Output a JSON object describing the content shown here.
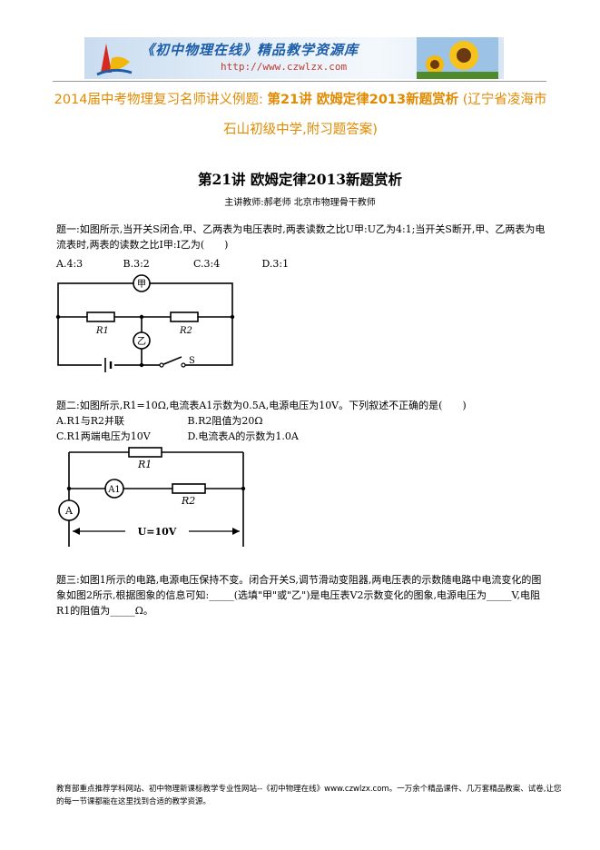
{
  "banner": {
    "title": "《初中物理在线》精品教学资源库",
    "url": "http://www.czwlzx.com"
  },
  "doc_title": {
    "prefix": "2014届中考物理复习名师讲义例题:",
    "bold": "第21讲 欧姆定律2013新题赏析",
    "suffix": "(辽宁省凌海市石山初级中学,附习题答案)"
  },
  "lecture": {
    "title": "第21讲 欧姆定律2013新题赏析",
    "speaker": "主讲教师:郝老师 北京市物理骨干教师"
  },
  "q1": {
    "text": "题一:如图所示,当开关S闭合,甲、乙两表为电压表时,两表读数之比U甲:U乙为4:1;当开关S断开,甲、乙两表为电流表时,两表的读数之比I甲:I乙为(　　)",
    "options": [
      "A.4:3",
      "B.3:2",
      "C.3:4",
      "D.3:1"
    ],
    "fig": {
      "meter_top": "甲",
      "meter_mid": "乙",
      "r1": "R1",
      "r2": "R2",
      "switch": "S"
    }
  },
  "q2": {
    "text": "题二:如图所示,R1=10Ω,电流表A1示数为0.5A,电源电压为10V。下列叙述不正确的是(　　)",
    "options": [
      "A.R1与R2并联",
      "B.R2阻值为20Ω",
      "C.R1两端电压为10V",
      "D.电流表A的示数为1.0A"
    ],
    "fig": {
      "r1": "R1",
      "r2": "R2",
      "a1": "A1",
      "a": "A",
      "voltage": "U=10V"
    }
  },
  "q3": {
    "text": "题三:如图1所示的电路,电源电压保持不变。闭合开关S,调节滑动变阻器,两电压表的示数随电路中电流变化的图象如图2所示,根据图象的信息可知:_____(选填\"甲\"或\"乙\")是电压表V2示数变化的图象,电源电压为_____V,电阻R1的阻值为_____Ω。"
  },
  "footer": "教育部重点推荐学科网站、初中物理新课标教学专业性网站--《初中物理在线》www.czwlzx.com。一万余个精品课件、几万套精品教案、试卷,让您的每一节课都能在这里找到合适的教学资源。"
}
